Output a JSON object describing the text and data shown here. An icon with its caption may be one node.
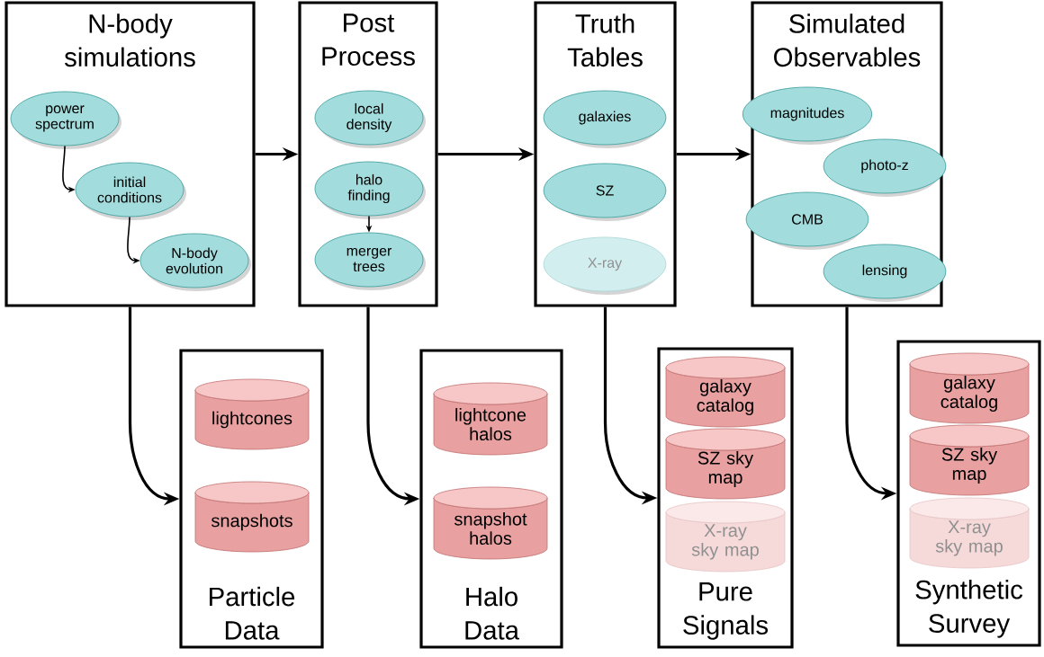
{
  "diagram": {
    "nodes": [
      {
        "text": [
          "N-body simulations"
        ]
      },
      {
        "text": [
          "power spectrum"
        ],
        "in": 0
      },
      {
        "text": [
          "initial conditions"
        ],
        "in": 0
      },
      {
        "text": [
          "N-body evolution"
        ],
        "in": 0
      },
      {
        "text": [
          "Post Process"
        ]
      },
      {
        "text": [
          "local density"
        ],
        "in": 4
      },
      {
        "text": [
          "halo finding"
        ],
        "in": 4
      },
      {
        "text": [
          "merger trees"
        ],
        "in": 4
      },
      {
        "text": [
          "Truth Tables"
        ]
      },
      {
        "text": [
          "galaxies"
        ],
        "in": 8
      },
      {
        "text": [
          "SZ"
        ],
        "in": 8
      },
      {
        "text": [
          "X-ray"
        ],
        "in": 8
      },
      {
        "text": [
          "Simulated Observables"
        ]
      },
      {
        "text": [
          "magnitudes"
        ],
        "in": 12
      },
      {
        "text": [
          "photo-z"
        ],
        "in": 12
      },
      {
        "text": [
          "CMB"
        ],
        "in": 12
      },
      {
        "text": [
          "lensing"
        ],
        "in": 12
      },
      {
        "text": [
          "Particle Data"
        ]
      },
      {
        "text": [
          "lightcones"
        ],
        "in": 17
      },
      {
        "text": [
          "snapshots"
        ],
        "in": 17
      },
      {
        "text": [
          "Halo Data"
        ]
      },
      {
        "text": [
          "lightcone halos"
        ],
        "in": 20
      },
      {
        "text": [
          "snapshot halos"
        ],
        "in": 20
      },
      {
        "text": [
          "Pure Signals"
        ]
      },
      {
        "text": [
          "galaxy catalog"
        ],
        "in": 23
      },
      {
        "text": [
          "SZ sky map"
        ],
        "in": 23
      },
      {
        "text": [
          "X-ray sky map"
        ],
        "in": 23
      },
      {
        "text": [
          "Synthetic Survey"
        ]
      },
      {
        "text": [
          "galaxy catalog"
        ],
        "in": 27
      },
      {
        "text": [
          "SZ sky map"
        ],
        "in": 27
      },
      {
        "text": [
          "X-ray sky map"
        ],
        "in": 27
      }
    ],
    "edges": [
      {
        "from": 1,
        "to": 2,
        "arrow": "to"
      },
      {
        "from": 2,
        "to": 3,
        "arrow": "to"
      },
      {
        "from": 6,
        "to": 7,
        "arrow": "to"
      },
      {
        "from": 0,
        "to": 4,
        "arrow": "to"
      },
      {
        "from": 4,
        "to": 8,
        "arrow": "to"
      },
      {
        "from": 8,
        "to": 12,
        "arrow": "to"
      },
      {
        "from": 0,
        "to": 17,
        "arrow": "to"
      },
      {
        "from": 4,
        "to": 20,
        "arrow": "to"
      },
      {
        "from": 8,
        "to": 23,
        "arrow": "to"
      },
      {
        "from": 12,
        "to": 27,
        "arrow": "to"
      }
    ]
  }
}
